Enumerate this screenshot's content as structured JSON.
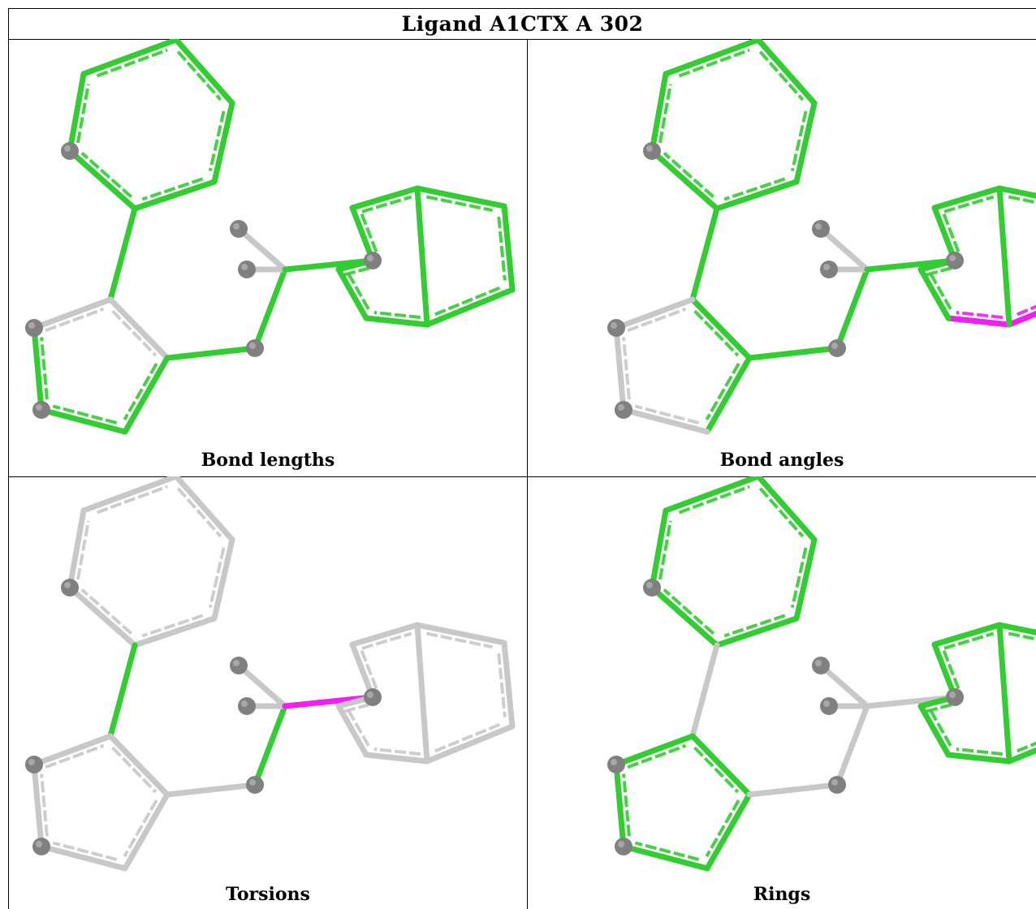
{
  "title": "Ligand A1CTX A 302",
  "panels": [
    {
      "caption": "Bond lengths"
    },
    {
      "caption": "Bond angles"
    },
    {
      "caption": "Torsions"
    },
    {
      "caption": "Rings"
    }
  ],
  "colors": {
    "ok": "#33cc33",
    "outlier": "#ee22ee",
    "unassessed": "#c8c8c8",
    "atom": "#808080",
    "border": "#000000"
  }
}
